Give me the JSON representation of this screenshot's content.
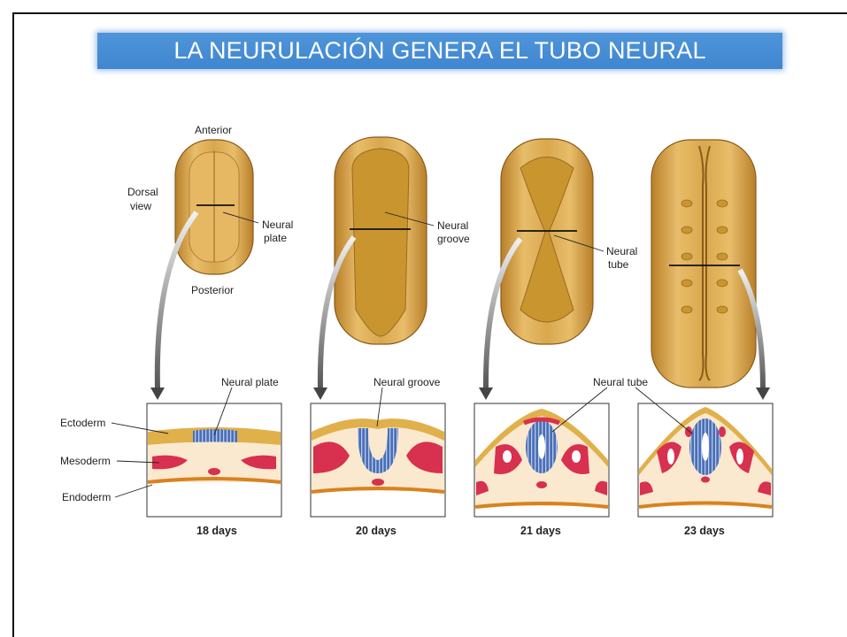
{
  "slide": {
    "title": "LA NEURULACIÓN GENERA EL TUBO NEURAL"
  },
  "figure": {
    "embryo_labels": {
      "anterior": "Anterior",
      "dorsal_line1": "Dorsal",
      "dorsal_line2": "view",
      "posterior": "Posterior",
      "neural_plate_line1": "Neural",
      "neural_plate_line2": "plate",
      "neural_groove_line1": "Neural",
      "neural_groove_line2": "groove",
      "neural_tube_line1": "Neural",
      "neural_tube_line2": "tube"
    },
    "section_labels": {
      "neural_plate": "Neural plate",
      "neural_groove": "Neural groove",
      "neural_tube": "Neural tube",
      "ectoderm": "Ectoderm",
      "mesoderm": "Mesoderm",
      "endoderm": "Endoderm"
    },
    "stages": [
      "18 days",
      "20 days",
      "21 days",
      "23 days"
    ],
    "colors": {
      "embryo": "#d9a84e",
      "ectoderm": "#e0b04a",
      "mesoderm": "#d8304f",
      "neural": "#4a6fb5",
      "endoderm": "#d9821e",
      "background": "#fbe9cf"
    }
  }
}
